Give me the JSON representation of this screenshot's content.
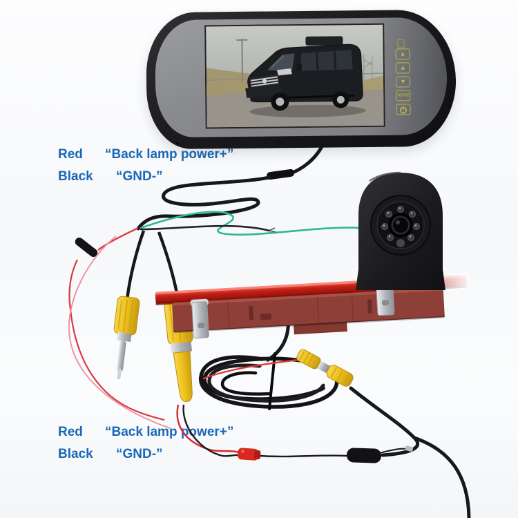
{
  "background_color": "#fbfcfd",
  "annotations": {
    "text_color": "#1a68b8",
    "top": {
      "rows": [
        {
          "label": "Red",
          "value": "“Back lamp power+”"
        },
        {
          "label": "Black",
          "value": "“GND-”"
        }
      ]
    },
    "bottom": {
      "rows": [
        {
          "label": "Red",
          "value": "“Back lamp power+”"
        },
        {
          "label": "Black",
          "value": "“GND-”"
        }
      ]
    }
  },
  "monitor": {
    "accent_color": "#c6bf45",
    "buttons": [
      {
        "name": "memory-card-icon",
        "glyph": ""
      },
      {
        "name": "up-arrow",
        "glyph": "▲"
      },
      {
        "name": "up-arrow",
        "glyph": "▲"
      },
      {
        "name": "down-arrow",
        "glyph": "▼"
      },
      {
        "name": "video-source-select",
        "glyph": "V1/V2"
      },
      {
        "name": "power-icon",
        "glyph": ""
      }
    ]
  },
  "hardware_colors": {
    "rca_connector_yellow": "#eec01d",
    "brake_lens_red": "#c3271d",
    "brake_housing_maroon": "#8e4038",
    "power_wire_red": "#e03c40",
    "ground_wire_black": "#1b1b1d",
    "signal_wire_green": "#2eb896",
    "trigger_wire_pink": "#f093a0",
    "power_plug_red": "#d8281f"
  }
}
